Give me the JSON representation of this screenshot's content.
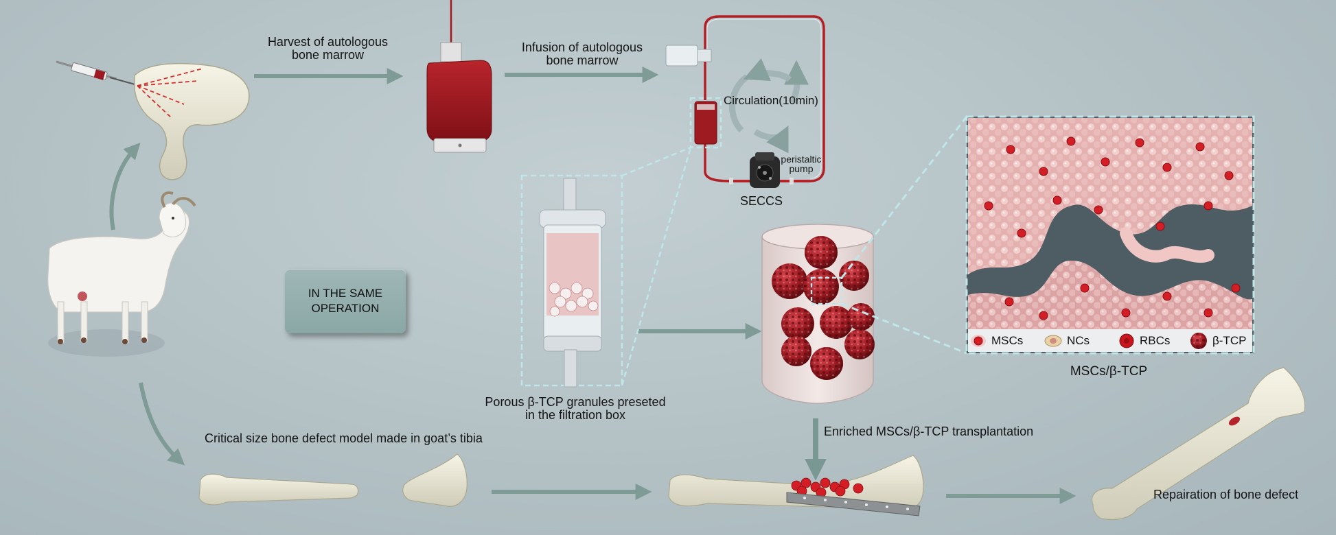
{
  "labels": {
    "harvest": "Harvest of autologous\nbone marrow",
    "infusion": "Infusion of autologous\nbone marrow",
    "circulation": "Circulation(10min)",
    "pump": "peristaltic\npump",
    "seccs": "SECCS",
    "same_operation": "IN THE SAME\nOPERATION",
    "granules": "Porous β-TCP granules preseted\nin the filtration box",
    "defect_model": "Critical size bone defect model made in goat’s tibia",
    "transplantation": "Enriched MSCs/β-TCP transplantation",
    "composite": "MSCs/β-TCP",
    "repair": "Repairation of bone defect"
  },
  "legend": [
    {
      "label": "MSCs",
      "icon": "msc-cell-icon"
    },
    {
      "label": "NCs",
      "icon": "nc-cell-icon"
    },
    {
      "label": "RBCs",
      "icon": "rbc-cell-icon"
    },
    {
      "label": "β-TCP",
      "icon": "tcp-granule-icon"
    }
  ],
  "colors": {
    "arrow": "#7f9b96",
    "blood": "#a3191f",
    "dashed_frame": "#bfe6e8",
    "bone": "#e8e6d2",
    "tissue": "#e4b1b0"
  }
}
